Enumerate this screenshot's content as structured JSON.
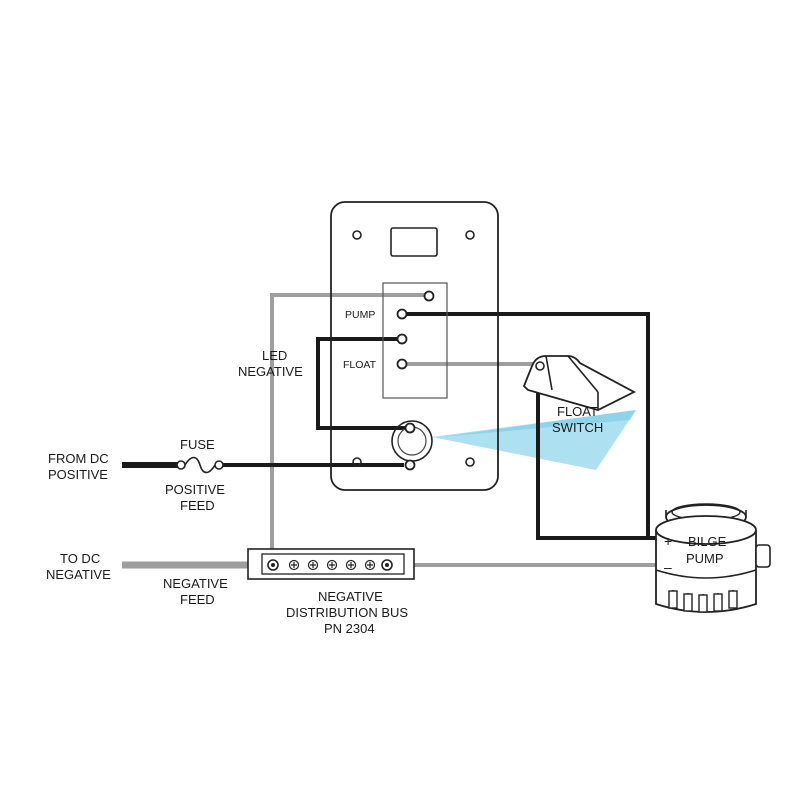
{
  "panel": {
    "terminal_pump": "PUMP",
    "terminal_float": "FLOAT"
  },
  "labels": {
    "led_negative": [
      "LED",
      "NEGATIVE"
    ],
    "from_dc_positive": [
      "FROM DC",
      "POSITIVE"
    ],
    "fuse": "FUSE",
    "positive_feed": [
      "POSITIVE",
      "FEED"
    ],
    "to_dc_negative": [
      "TO DC",
      "NEGATIVE"
    ],
    "negative_feed": [
      "NEGATIVE",
      "FEED"
    ],
    "negative_bus": [
      "NEGATIVE",
      "DISTRIBUTION BUS",
      "PN 2304"
    ],
    "float_switch": [
      "FLOAT",
      "SWITCH"
    ],
    "bilge_pump": [
      "BILGE",
      "PUMP"
    ],
    "pump_plus": "+",
    "pump_minus": "–"
  },
  "colors": {
    "positive_wire": "#1a1a1a",
    "negative_wire": "#9e9e9e",
    "float_beam": "#8fd3ea",
    "outline": "#222222"
  }
}
